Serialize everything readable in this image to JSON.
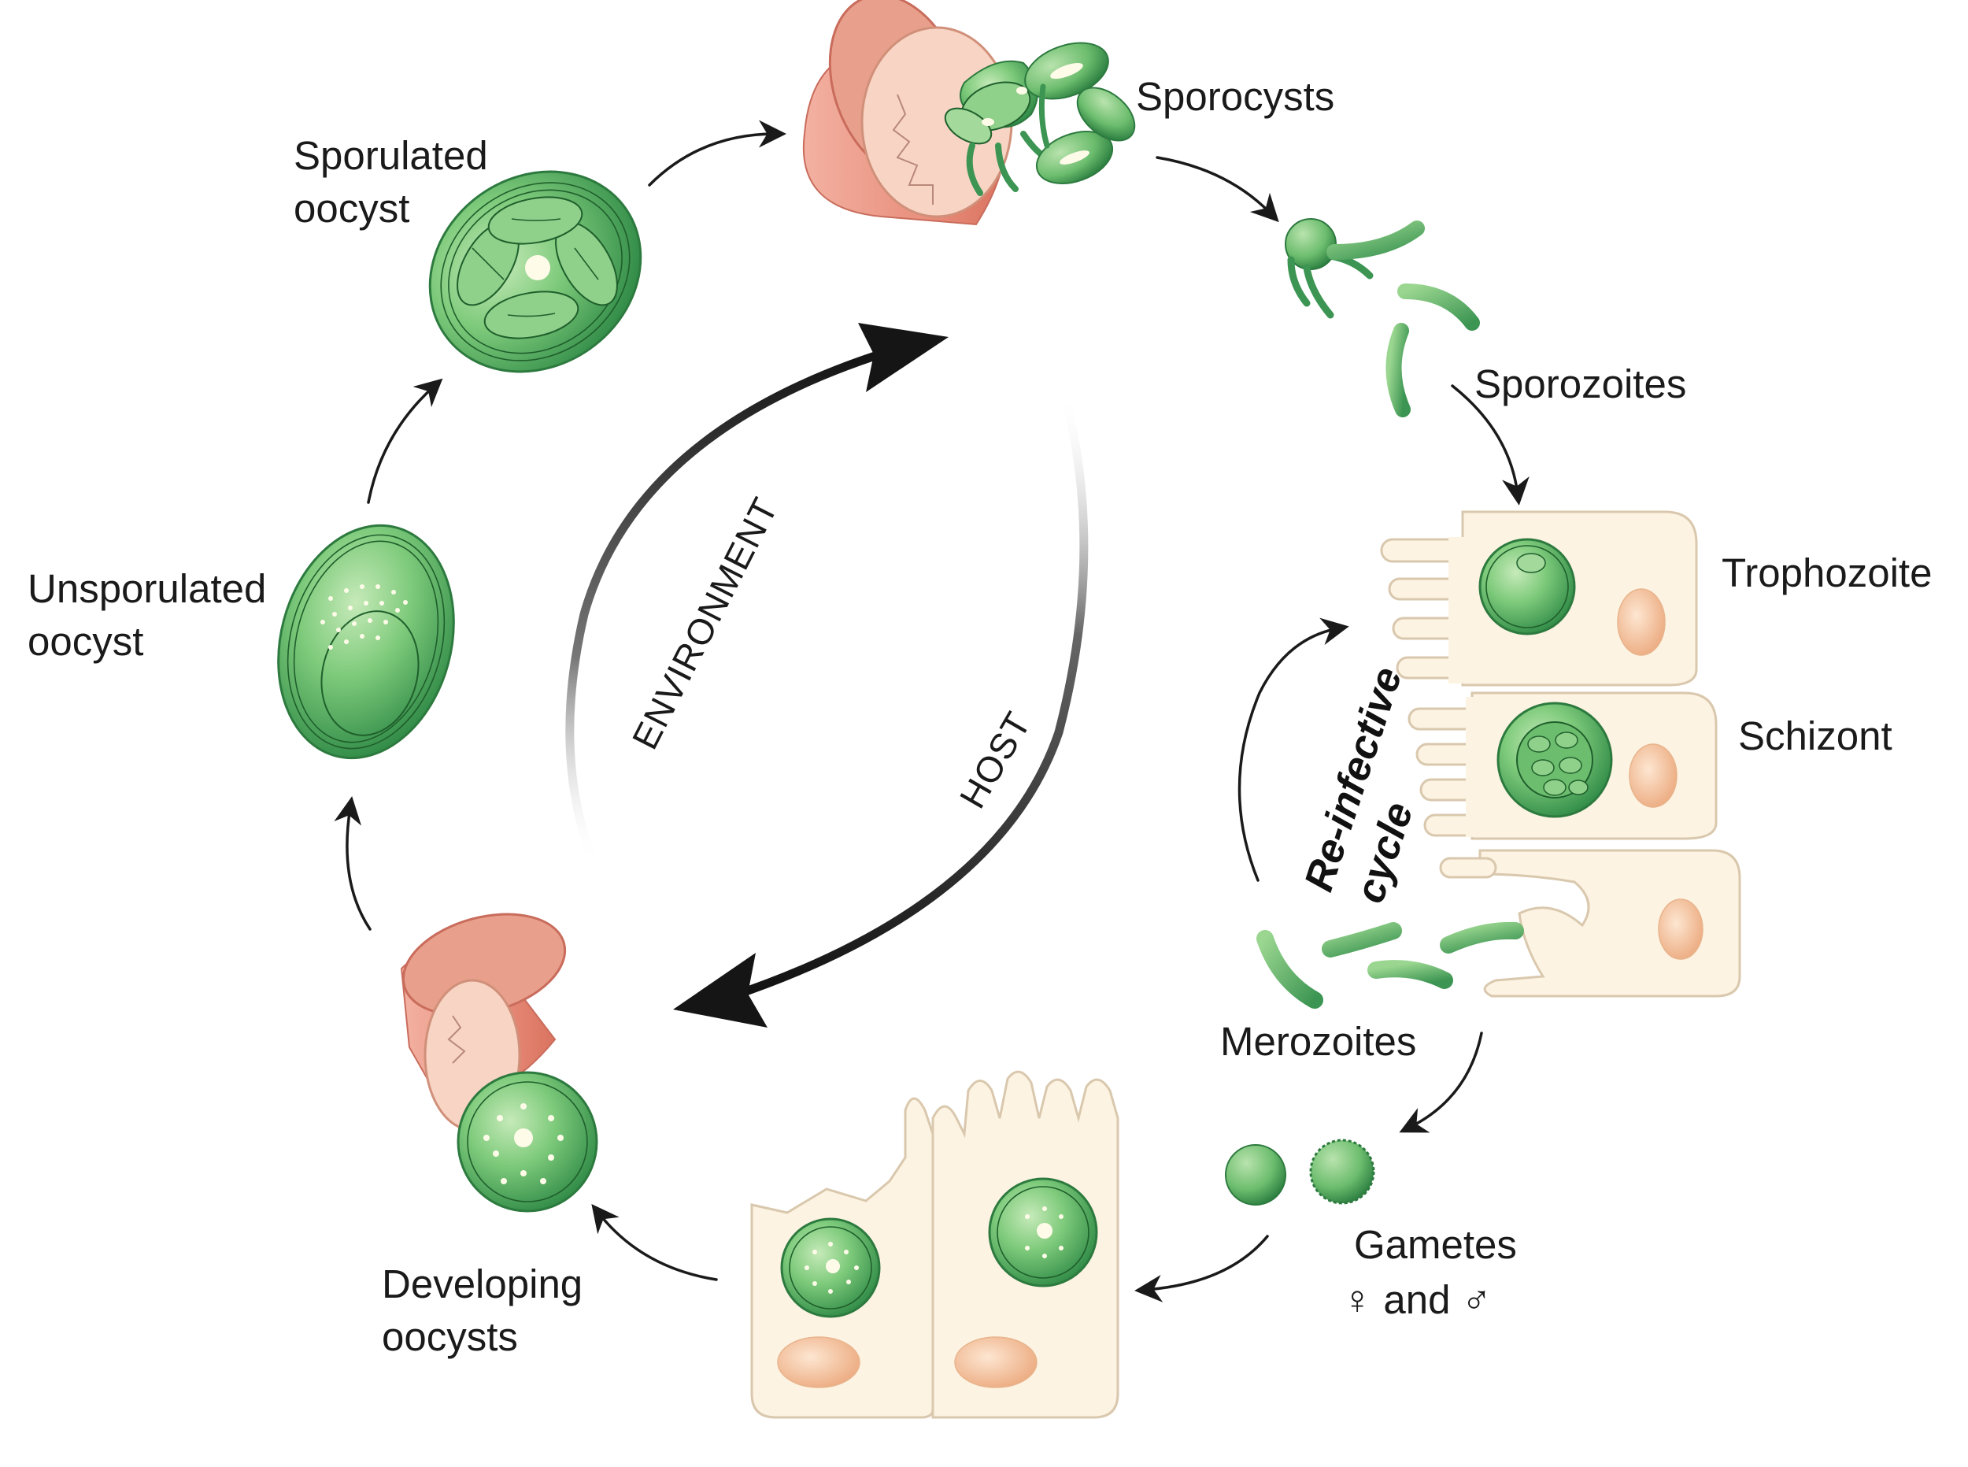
{
  "labels": {
    "sporulated_oocyst": [
      "Sporulated",
      "oocyst"
    ],
    "sporocysts": "Sporocysts",
    "sporozoites": "Sporozoites",
    "trophozoite": "Trophozoite",
    "schizont": "Schizont",
    "reinfective_cycle": [
      "Re-infective",
      "cycle"
    ],
    "merozoites": "Merozoites",
    "gametes": [
      "Gametes",
      "♀ and ♂"
    ],
    "developing_oocysts": [
      "Developing",
      "oocysts"
    ],
    "unsporulated_oocyst": [
      "Unsporulated",
      "oocyst"
    ],
    "environment": "ENVIRONMENT",
    "host": "HOST"
  },
  "colors": {
    "parasite_green": "#5fb56a",
    "parasite_dark": "#1f6b34",
    "host_cell": "#fdf3e2",
    "nucleus": "#f2b98f",
    "intestine_pink": "#ec9a8a",
    "arrow": "#1a1a1a"
  },
  "icons": {
    "arrow": "curved-arrow-icon",
    "double_arrow": "double-headed-arrow-icon"
  }
}
